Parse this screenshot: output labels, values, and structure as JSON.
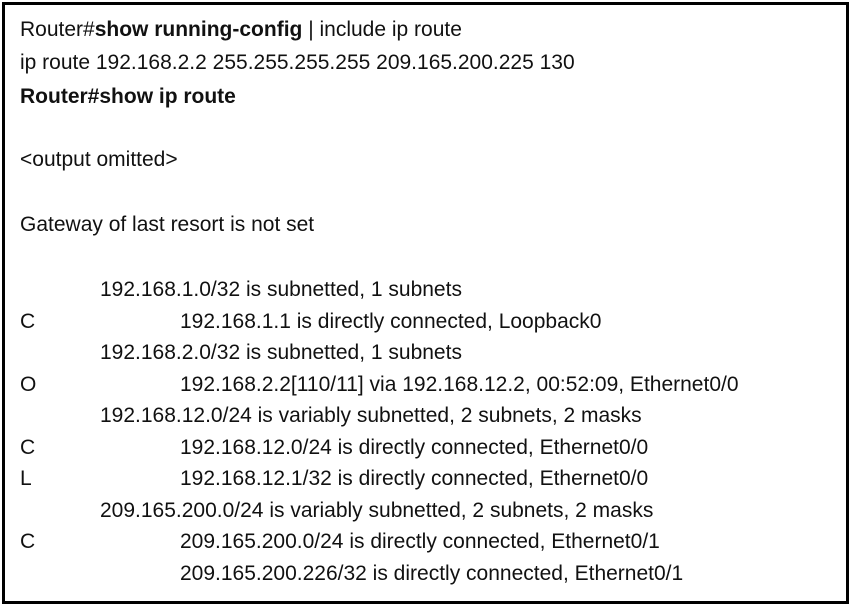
{
  "header": {
    "cmd1_prompt": "Router#",
    "cmd1_command": "show running-config",
    "cmd1_rest": " | include ip route",
    "config_line": "ip route 192.168.2.2 255.255.255.255 209.165.200.225 130",
    "cmd2_prompt": "Router#",
    "cmd2_command": "show ip route"
  },
  "output_omitted": "<output omitted>",
  "gateway": "Gateway of last resort is not set",
  "routes": [
    {
      "code": "",
      "text": "192.168.1.0/32 is subnetted, 1 subnets",
      "level": 1
    },
    {
      "code": "C",
      "text": "192.168.1.1 is directly connected, Loopback0",
      "level": 2
    },
    {
      "code": "",
      "text": "192.168.2.0/32 is subnetted, 1 subnets",
      "level": 1
    },
    {
      "code": "O",
      "text": "192.168.2.2[110/11] via 192.168.12.2, 00:52:09, Ethernet0/0",
      "level": 2
    },
    {
      "code": "",
      "text": "192.168.12.0/24 is variably subnetted, 2 subnets, 2 masks",
      "level": 1
    },
    {
      "code": "C",
      "text": "192.168.12.0/24 is directly connected, Ethernet0/0",
      "level": 2
    },
    {
      "code": "L",
      "text": "192.168.12.1/32 is directly connected, Ethernet0/0",
      "level": 2
    },
    {
      "code": "",
      "text": "209.165.200.0/24 is variably subnetted, 2 subnets, 2 masks",
      "level": 1
    },
    {
      "code": "C",
      "text": "209.165.200.0/24 is directly connected, Ethernet0/1",
      "level": 2
    },
    {
      "code": "",
      "text": "209.165.200.226/32 is directly connected, Ethernet0/1",
      "level": 2
    }
  ]
}
